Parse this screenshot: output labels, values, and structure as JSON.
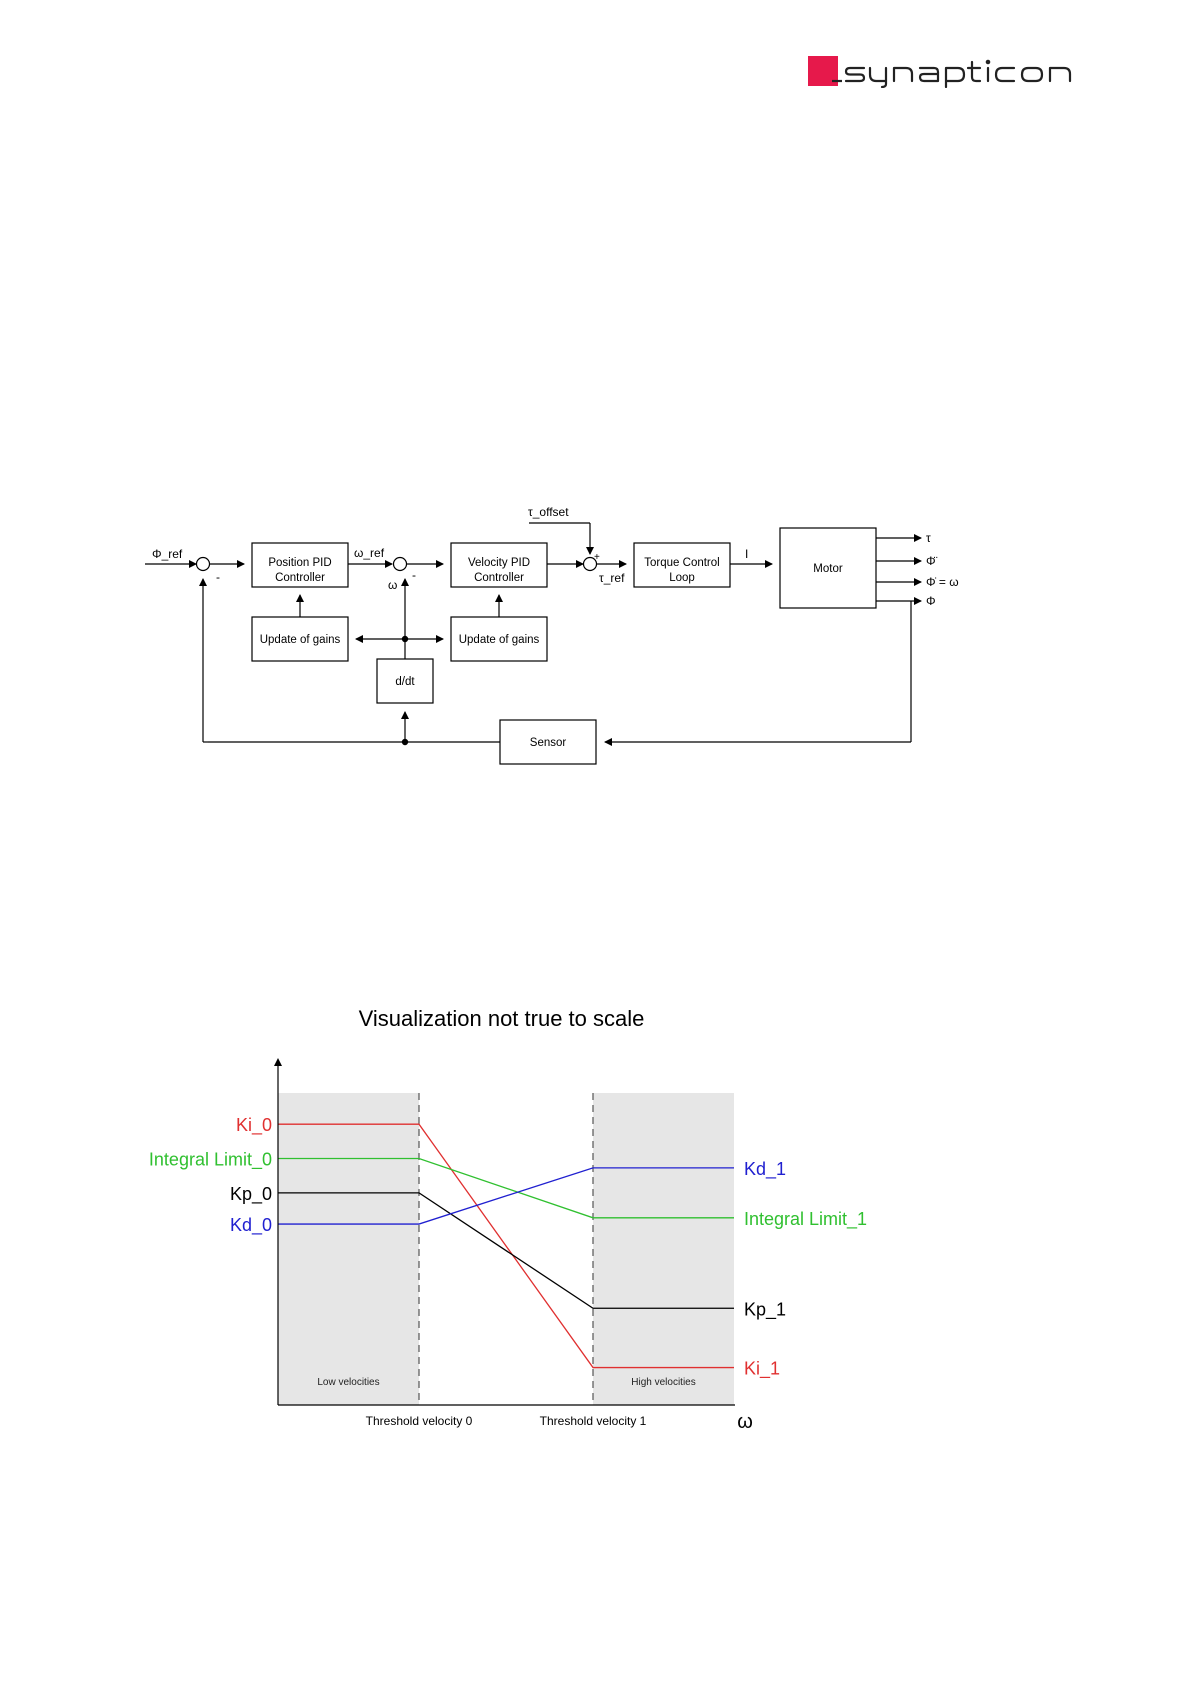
{
  "brand": {
    "name": "_synapticon",
    "accent_color": "#e6194b"
  },
  "diagram": {
    "inputs": {
      "phi_ref": "Φ_ref",
      "omega_ref": "ω_ref",
      "omega": "ω",
      "tau_offset": "τ_offset",
      "tau_ref": "τ_ref",
      "current": "I"
    },
    "blocks": {
      "position_pid": [
        "Position PID",
        "Controller"
      ],
      "velocity_pid": [
        "Velocity PID",
        "Controller"
      ],
      "torque_loop": [
        "Torque Control",
        "Loop"
      ],
      "motor": "Motor",
      "update_gains_left": "Update of gains",
      "update_gains_right": "Update of gains",
      "ddt": "d/dt",
      "sensor": "Sensor"
    },
    "signs": {
      "minus": "-",
      "plus": "+"
    },
    "outputs": {
      "tau": "τ",
      "phi_ddot": "Φ̈",
      "phi_dot_omega": "Φ̇ = ω",
      "phi": "Φ"
    }
  },
  "chart_data": {
    "type": "line",
    "title": "Visualization not true to scale",
    "xlabel": "ω",
    "ylabel": "",
    "regions": [
      {
        "label": "Low velocities",
        "from": 0,
        "to": 1
      },
      {
        "label": "High velocities",
        "from": 2,
        "to": 3
      }
    ],
    "x_markers": [
      "Threshold velocity 0",
      "Threshold velocity 1"
    ],
    "x": [
      0,
      1,
      2,
      3
    ],
    "ylim": [
      0,
      10
    ],
    "grid": false,
    "series": [
      {
        "name": "Ki",
        "start_label": "Ki_0",
        "end_label": "Ki_1",
        "color": "#e03030",
        "values": [
          9.0,
          9.0,
          1.2,
          1.2
        ]
      },
      {
        "name": "Integral Limit",
        "start_label": "Integral Limit_0",
        "end_label": "Integral Limit_1",
        "color": "#30c030",
        "values": [
          7.9,
          7.9,
          6.0,
          6.0
        ]
      },
      {
        "name": "Kp",
        "start_label": "Kp_0",
        "end_label": "Kp_1",
        "color": "#000000",
        "values": [
          6.8,
          6.8,
          3.1,
          3.1
        ]
      },
      {
        "name": "Kd",
        "start_label": "Kd_0",
        "end_label": "Kd_1",
        "color": "#2020d0",
        "values": [
          5.8,
          5.8,
          7.6,
          7.6
        ]
      }
    ]
  }
}
